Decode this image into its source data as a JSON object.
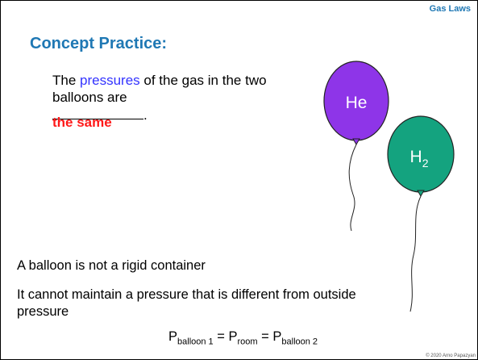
{
  "header": {
    "topic": "Gas Laws"
  },
  "title": "Concept Practice:",
  "statement": {
    "before": "The ",
    "keyword": "pressures",
    "after": " of the gas in the two balloons are",
    "end": ".",
    "answer": "the same"
  },
  "balloons": [
    {
      "label": "He",
      "color": "#8e35e8"
    },
    {
      "label": "H",
      "subscript": "2",
      "color": "#14a37f"
    }
  ],
  "paragraphs": [
    "A balloon is not a rigid container",
    "It cannot maintain a pressure that is different from outside pressure"
  ],
  "equation": {
    "p1": "P",
    "s1": "balloon 1",
    "eq1": " = ",
    "p2": "P",
    "s2": "room",
    "eq2": " = ",
    "p3": "P",
    "s3": "balloon 2"
  },
  "copyright": "© 2020 Arno Papazyan"
}
